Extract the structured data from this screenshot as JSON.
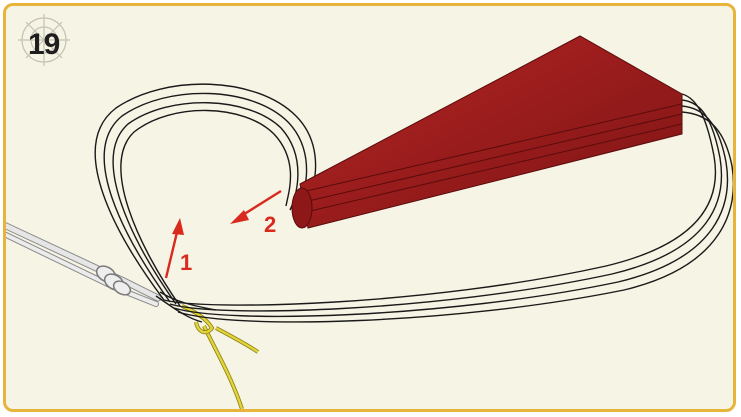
{
  "step": {
    "number": "19"
  },
  "annotations": [
    {
      "label": "1",
      "color": "#d92a1e"
    },
    {
      "label": "2",
      "color": "#d92a1e"
    }
  ],
  "colors": {
    "frame_border": "#e7b43c",
    "background": "#f6f4e4",
    "wing": "#a01d1d",
    "line": "#1a1a1a",
    "bridle_line": "#d6c82a",
    "main_line": "#d8d8d8"
  },
  "icons": [
    "compass-rose-icon"
  ]
}
